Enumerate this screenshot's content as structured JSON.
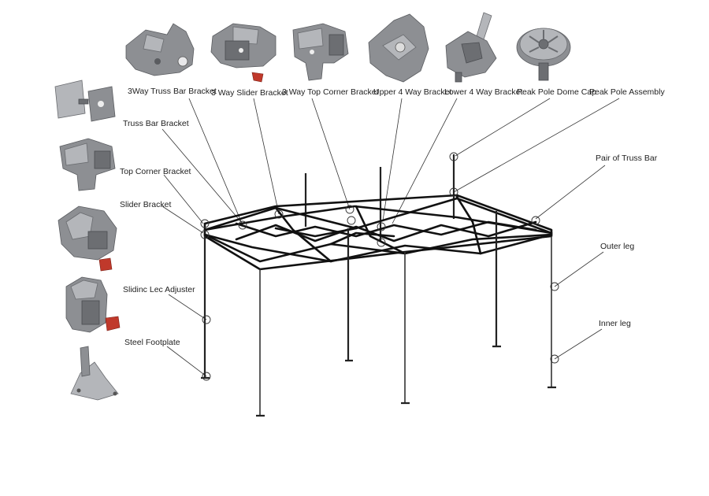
{
  "labels": {
    "three_way_truss_bar_bracket": "3Way Truss Bar Bracket",
    "three_way_slider_bracket": "3 Way Slider Bracket",
    "three_way_top_corner_bracket": "3 Way Top Corner Bracket",
    "upper_four_way_bracket": "Upper 4 Way Bracket",
    "lower_four_way_bracket": "Lower 4 Way Bracket",
    "peak_pole_dome_cap": "Peak Pole Dome Cap",
    "peak_pole_assembly": "Peak Pole Assembly",
    "truss_bar_bracket": "Truss Bar Bracket",
    "top_corner_bracket": "Top Corner Bracket",
    "slider_bracket": "Slider Bracket",
    "sliding_leg_adjuster": "Slidinc Lec Adjuster",
    "steel_footplate": "Steel Footplate",
    "pair_of_truss_bar": "Pair of Truss Bar",
    "outer_leg": "Outer leg",
    "inner_leg": "Inner leg"
  },
  "colors": {
    "frame": "#111111",
    "part_metal": "#8d8f93",
    "part_light": "#b4b6ba",
    "accent_red": "#c0392b"
  }
}
